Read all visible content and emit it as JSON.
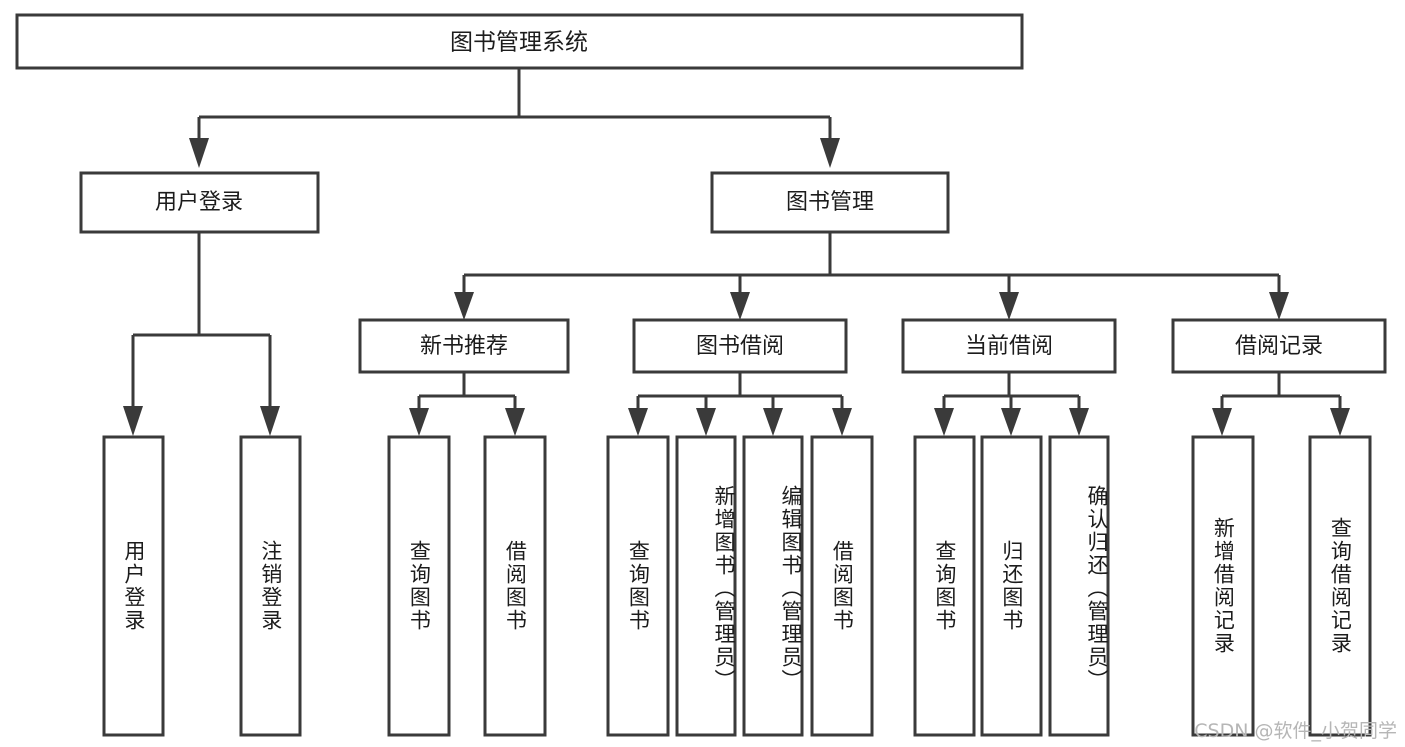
{
  "diagram": {
    "type": "tree",
    "title": "图书管理系统",
    "watermark": "CSDN @软件_小贺同学",
    "colors": {
      "stroke": "#3a3a3a",
      "box_fill": "#ffffff",
      "text": "#1c1c1c",
      "watermark": "#b6b6b6",
      "background": "#ffffff"
    },
    "root": {
      "label": "图书管理系统"
    },
    "level2": [
      {
        "label": "用户登录"
      },
      {
        "label": "图书管理"
      }
    ],
    "level3": [
      {
        "label": "新书推荐"
      },
      {
        "label": "图书借阅"
      },
      {
        "label": "当前借阅"
      },
      {
        "label": "借阅记录"
      }
    ],
    "leaves": {
      "user_login": [
        {
          "label": "用户登录"
        },
        {
          "label": "注销登录"
        }
      ],
      "new_book_recommend": [
        {
          "label": "查询图书"
        },
        {
          "label": "借阅图书"
        }
      ],
      "book_borrow": [
        {
          "label": "查询图书"
        },
        {
          "label": "新增图书（管理员）"
        },
        {
          "label": "编辑图书（管理员）"
        },
        {
          "label": "借阅图书"
        }
      ],
      "current_borrow": [
        {
          "label": "查询图书"
        },
        {
          "label": "归还图书"
        },
        {
          "label": "确认归还（管理员）"
        }
      ],
      "borrow_record": [
        {
          "label": "新增借阅记录"
        },
        {
          "label": "查询借阅记录"
        }
      ]
    }
  }
}
